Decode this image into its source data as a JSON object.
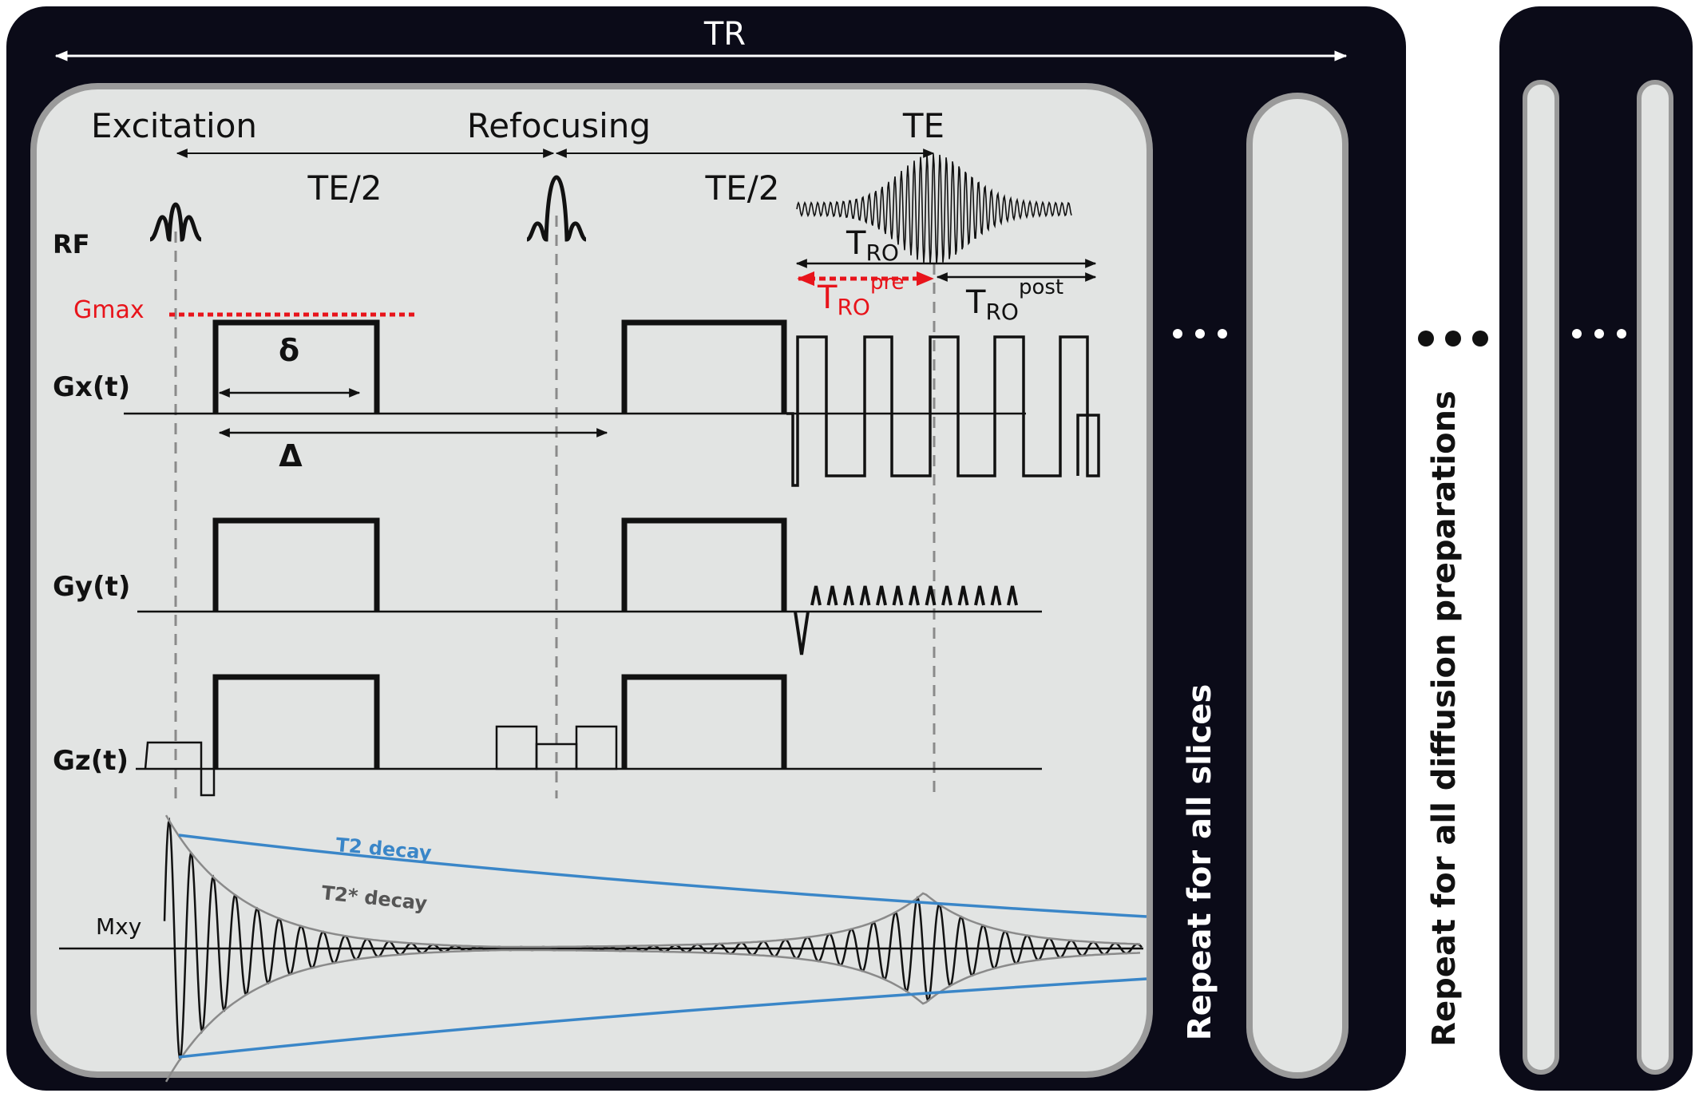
{
  "labels": {
    "tr": "TR",
    "excitation": "Excitation",
    "refocusing": "Refocusing",
    "te": "TE",
    "te_half_1": "TE/2",
    "te_half_2": "TE/2",
    "rf": "RF",
    "gmax": "Gmax",
    "gx": "Gx(t)",
    "gy": "Gy(t)",
    "gz": "Gz(t)",
    "mxy": "Mxy",
    "small_delta": "δ",
    "big_delta": "Δ",
    "t_letter": "T",
    "ro_sub": "RO",
    "pre_sup": "pre",
    "post_sup": "post",
    "t2_decay": "T2 decay",
    "t2star_decay": "T2* decay",
    "repeat_slices": "Repeat for all slices",
    "repeat_diffusion": "Repeat for all diffusion preparations"
  },
  "colors": {
    "panel_dark": "#0b0b18",
    "panel_light": "#e2e4e3",
    "panel_border": "#9a9a9a",
    "red": "#e8141b",
    "blue": "#3a86c8",
    "gray_line": "#8a8a8a",
    "black": "#111111",
    "white": "#ffffff"
  }
}
